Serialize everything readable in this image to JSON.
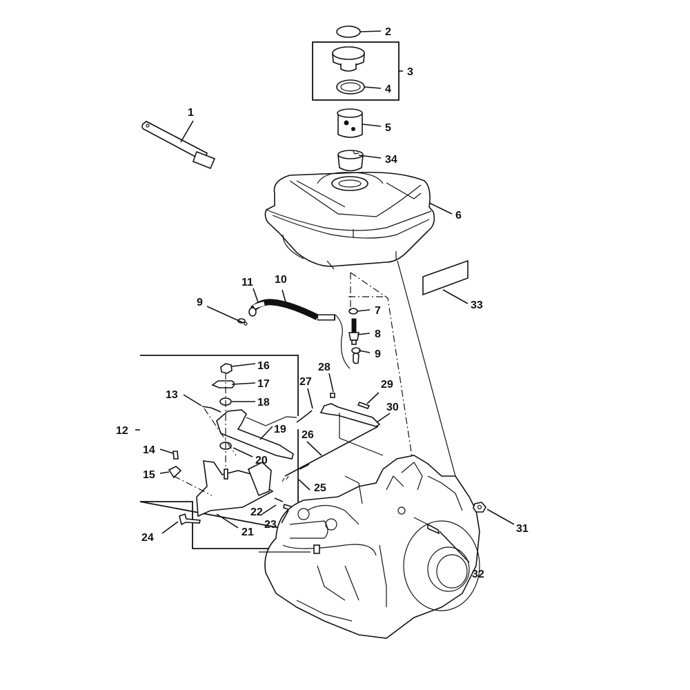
{
  "diagram": {
    "type": "exploded-parts-diagram",
    "subject": "Fuel tank and throttle control assembly on engine",
    "callouts": [
      {
        "id": "1",
        "part": "tool-wrench"
      },
      {
        "id": "2",
        "part": "seal-ring"
      },
      {
        "id": "3",
        "part": "fuel-cap-assembly"
      },
      {
        "id": "4",
        "part": "cap-gasket"
      },
      {
        "id": "5",
        "part": "fuel-strainer"
      },
      {
        "id": "6",
        "part": "fuel-tank"
      },
      {
        "id": "7",
        "part": "washer"
      },
      {
        "id": "8",
        "part": "fuel-valve"
      },
      {
        "id": "9",
        "part": "hose-clamp"
      },
      {
        "id": "10",
        "part": "fuel-hose"
      },
      {
        "id": "11",
        "part": "hose-end"
      },
      {
        "id": "12",
        "part": "control-assembly"
      },
      {
        "id": "13",
        "part": "spring"
      },
      {
        "id": "14",
        "part": "screw"
      },
      {
        "id": "15",
        "part": "cable-clamp"
      },
      {
        "id": "16",
        "part": "nut"
      },
      {
        "id": "17",
        "part": "plate"
      },
      {
        "id": "18",
        "part": "washer"
      },
      {
        "id": "19",
        "part": "control-lever"
      },
      {
        "id": "20",
        "part": "washer"
      },
      {
        "id": "21",
        "part": "control-base"
      },
      {
        "id": "22",
        "part": "spring"
      },
      {
        "id": "23",
        "part": "screw"
      },
      {
        "id": "24",
        "part": "bolt"
      },
      {
        "id": "25",
        "part": "spring"
      },
      {
        "id": "26",
        "part": "rod"
      },
      {
        "id": "27",
        "part": "spring"
      },
      {
        "id": "28",
        "part": "nut"
      },
      {
        "id": "29",
        "part": "bolt"
      },
      {
        "id": "30",
        "part": "governor-arm"
      },
      {
        "id": "31",
        "part": "nut"
      },
      {
        "id": "32",
        "part": "bolt"
      },
      {
        "id": "33",
        "part": "label"
      },
      {
        "id": "34",
        "part": "filler-neck"
      }
    ]
  }
}
